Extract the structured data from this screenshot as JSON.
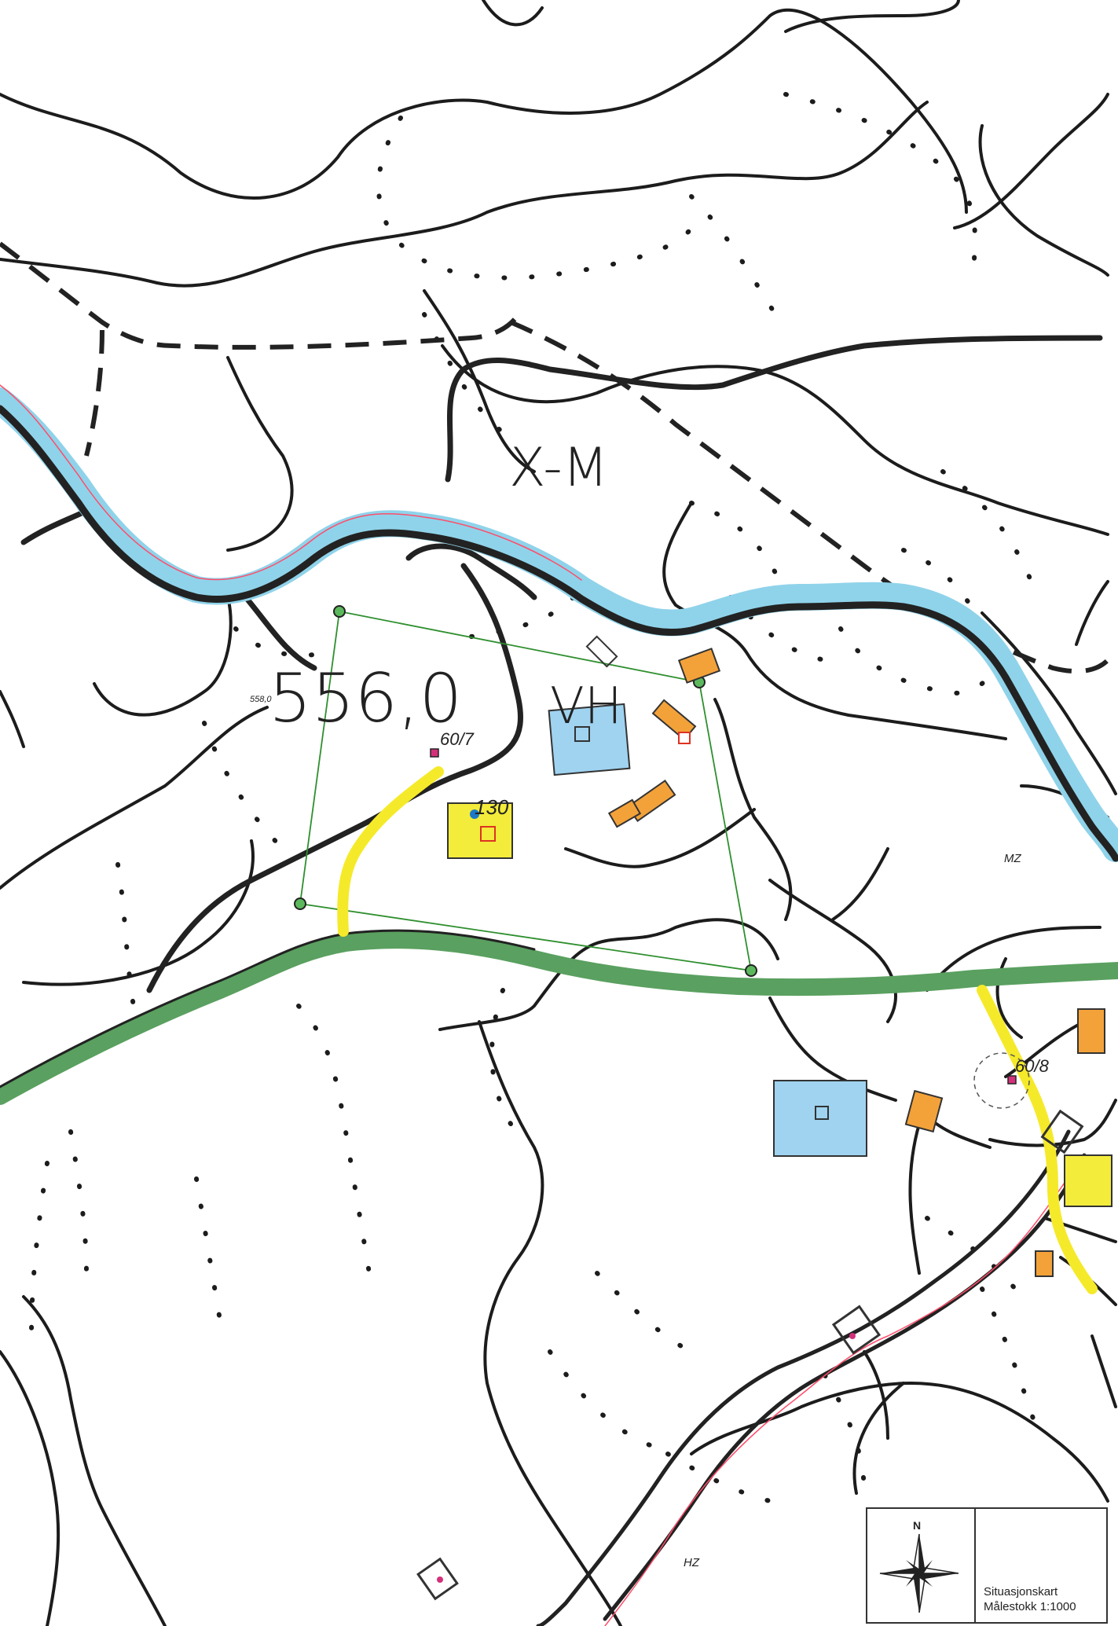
{
  "labels": {
    "hand_top": "X-M",
    "hand_elevation": "556,0",
    "hand_mid": "VH",
    "plot_607": "60/7",
    "plot_608": "60/8",
    "building_no": "130",
    "small_elev": "558,0",
    "zone_mz": "MZ",
    "zone_hz": "HZ"
  },
  "legend": {
    "north": "N",
    "title": "Situasjonskart",
    "scale": "Målestokk 1:1000"
  },
  "colors": {
    "river": "#8fd3ea",
    "road": "#5aa060",
    "access": "#f5ea2a",
    "house_blue": "#9fd3f0",
    "house_yellow": "#f3ec3a",
    "house_orange": "#f3a23a",
    "plot_line": "#2f8f2f"
  }
}
